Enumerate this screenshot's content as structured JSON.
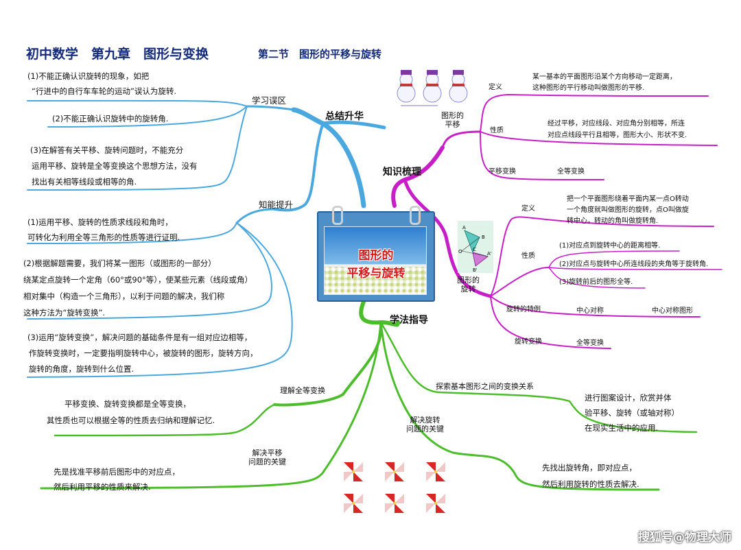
{
  "header": {
    "title": "初中数学　第九章　图形与变换",
    "subtitle": "第二节　图形的平移与旋转"
  },
  "center": {
    "line1": "图形的",
    "line2": "平移与旋转"
  },
  "branches": {
    "summary": "总结升华",
    "knowledge": "知识梳理",
    "method": "学法指导"
  },
  "summary": {
    "mistakes": {
      "label": "学习误区",
      "item1": [
        "(1)不能正确认识旋转的现象，如把",
        "“行进中的自行车车轮的运动”误认为旋转."
      ],
      "item2": "(2)不能正确认识旋转中的旋转角.",
      "item3": [
        "(3)在解答有关平移、旋转问题时，不能充分",
        "运用平移、旋转是全等变换这个思想方法，没有",
        "找出有关相等线段或相等的角."
      ]
    },
    "ability": {
      "label": "知能提升",
      "item1": [
        "(1)运用平移、旋转的性质求线段和角时，",
        "可转化为利用全等三角形的性质等进行证明."
      ],
      "item2": [
        "(2)根据解题需要，我们将某一图形（或图形的一部分）",
        "绕某定点旋转一个定角（60°或90°等），使某些元素（线段或角）",
        "相对集中（构造一个三角形），以利于问题的解决，我们称",
        "这种方法为“旋转变换”."
      ],
      "item3": [
        "(3)运用“旋转变换”，解决问题的基础条件是有一组对应边相等，",
        "作旋转变换时，一定要指明旋转中心，被旋转的图形，旋转方向，",
        "旋转的角度，旋转到什么位置."
      ]
    }
  },
  "knowledge": {
    "translation": {
      "label": [
        "图形的",
        "平移"
      ],
      "def_label": "定义",
      "def_text": [
        "某一基本的平面图形沿某个方向移动一定距离，",
        "这种图形的平行移动叫做图形的平移."
      ],
      "prop_label": "性质",
      "prop_text": [
        "经过平移，对应线段、对应角分别相等，所连",
        "对应点线段平行且相等，图形大小、形状不变."
      ],
      "trans_label": "平移变换",
      "trans_value": "全等变换"
    },
    "rotation": {
      "label": [
        "图形的",
        "旋转"
      ],
      "def_label": "定义",
      "def_text": [
        "把一个平面图形绕着平面内某一点O转动",
        "一个角度就叫做图形的旋转，点O叫做旋",
        "转中心，转动的角叫做旋转角."
      ],
      "prop_label": "性质",
      "prop1": "(1)对应点到旋转中心的距离相等.",
      "prop2": "(2)对应点与旋转中心所连线段的夹角等于旋转角.",
      "prop3": "(3)旋转前后的图形全等.",
      "special_label": "旋转的特例",
      "special_value": "中心对称",
      "special_value2": "中心对称图形",
      "trans_label": "旋转变换",
      "trans_value": "全等变换"
    }
  },
  "method": {
    "congruent": {
      "label": "理解全等变换",
      "text": [
        "平移变换、旋转变换都是全等变换，",
        "其性质也可以根据全等的性质去归纳和理解记忆."
      ]
    },
    "translation_key": {
      "label": [
        "解决平移",
        "问题的关键"
      ],
      "text": [
        "先是找准平移前后图形中的对应点，",
        "然后利用平移的性质来解决."
      ]
    },
    "explore": {
      "label": "探索基本图形之间的变换关系",
      "text": [
        "进行图案设计，欣赏并体",
        "验平移、旋转（或轴对称）",
        "在现实生活中的应用."
      ]
    },
    "rotation_key": {
      "label": [
        "解决旋转",
        "问题的关键"
      ],
      "text": [
        "先找出旋转角，即对应点，",
        "然后利用旋转的性质去解决."
      ]
    }
  },
  "figure_labels": {
    "a": "A",
    "b": "B",
    "c": "C",
    "o": "O",
    "a2": "A'",
    "b2": "B'"
  },
  "watermark": "搜狐号@物理大师",
  "colors": {
    "blue": "#4aa8de",
    "magenta": "#c81ec8",
    "green": "#4cbd2a",
    "title": "#142a7a"
  }
}
